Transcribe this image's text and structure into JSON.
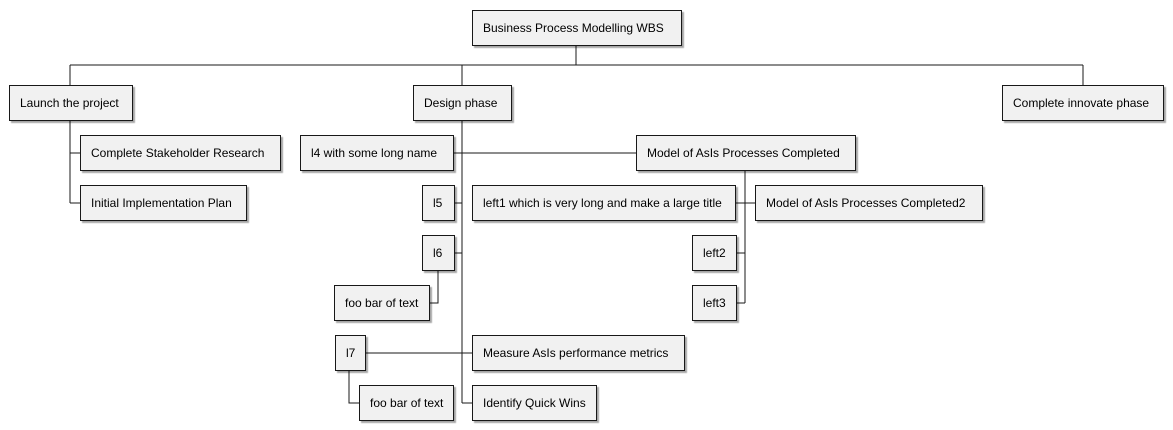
{
  "wbs": {
    "root": "Business Process Modelling WBS",
    "launch": "Launch the project",
    "stakeholder": "Complete Stakeholder Research",
    "impl_plan": "Initial Implementation Plan",
    "design": "Design phase",
    "l4": "l4 with some long name",
    "l5": "l5",
    "l6": "l6",
    "l6_child": "foo bar of text",
    "l7": "l7",
    "l7_child": "foo bar of text",
    "model_asis": "Model of AsIs Processes Completed",
    "left1": "left1 which is very long and make a large title",
    "model_asis2": "Model of AsIs Processes Completed2",
    "left2": "left2",
    "left3": "left3",
    "measure": "Measure AsIs performance metrics",
    "quick_wins": "Identify Quick Wins",
    "innovate": "Complete innovate phase"
  },
  "colors": {
    "node_fill": "#f1f1f1",
    "node_border": "#181818",
    "line": "#181818"
  }
}
